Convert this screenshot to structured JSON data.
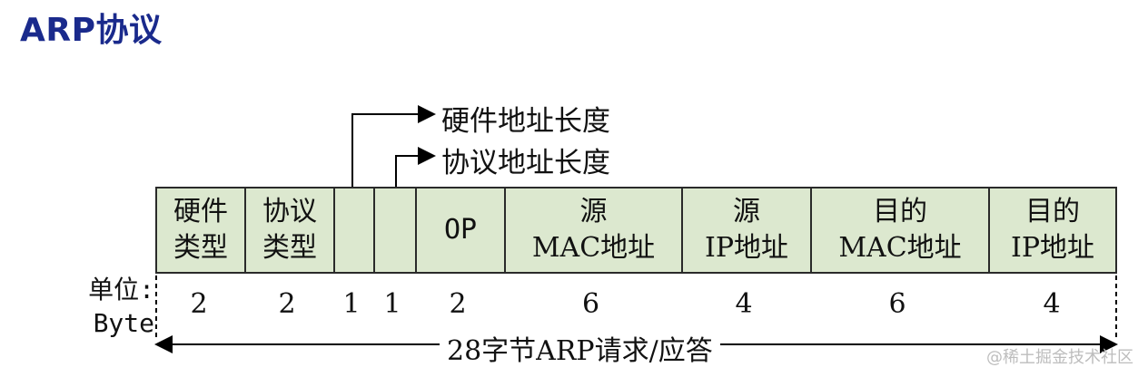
{
  "title": "ARP协议",
  "annotations": {
    "hardware_addr_len": "硬件地址长度",
    "protocol_addr_len": "协议地址长度"
  },
  "fields": [
    {
      "lines": [
        "硬件",
        "类型"
      ],
      "size": "2"
    },
    {
      "lines": [
        "协议",
        "类型"
      ],
      "size": "2"
    },
    {
      "lines": [
        ""
      ],
      "size": "1"
    },
    {
      "lines": [
        ""
      ],
      "size": "1"
    },
    {
      "lines": [
        "OP"
      ],
      "size": "2"
    },
    {
      "lines": [
        "源",
        "MAC地址"
      ],
      "size": "6"
    },
    {
      "lines": [
        "源",
        "IP地址"
      ],
      "size": "4"
    },
    {
      "lines": [
        "目的",
        "MAC地址"
      ],
      "size": "6"
    },
    {
      "lines": [
        "目的",
        "IP地址"
      ],
      "size": "4"
    }
  ],
  "unit_label": "单位:",
  "unit_value": "Byte",
  "total_label": "28字节ARP请求/应答",
  "watermark": "@稀土掘金技术社区",
  "colors": {
    "title": "#1a2a8c",
    "cell_fill": "#dce8cf",
    "border": "#2a2a2a"
  }
}
